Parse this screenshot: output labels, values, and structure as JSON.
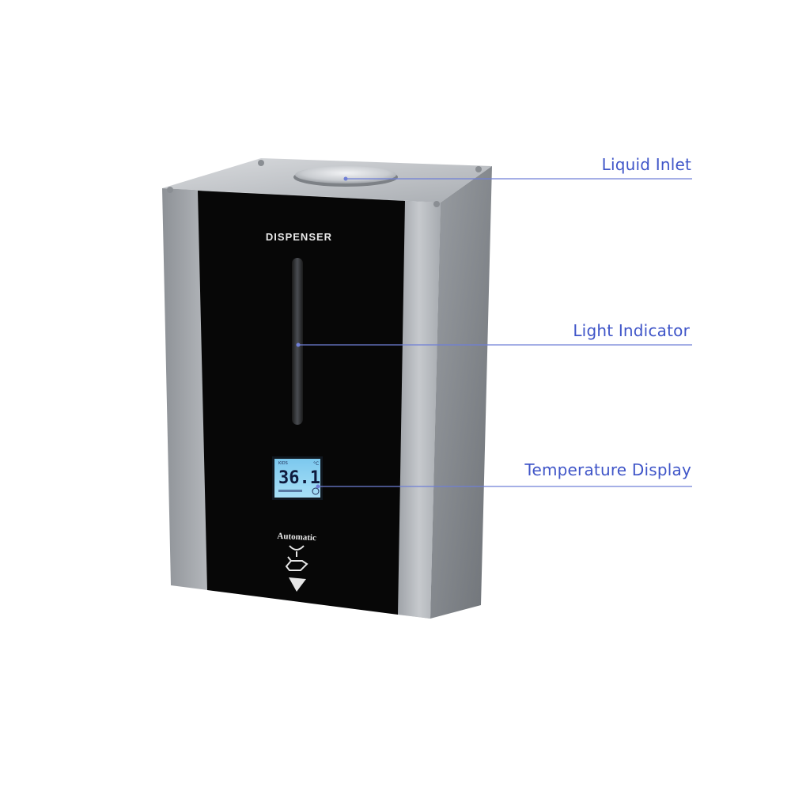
{
  "product": {
    "panel_title": "DISPENSER",
    "mode_label": "Automatic",
    "lcd_reading": "36.1",
    "lcd_unit": "°C"
  },
  "callouts": [
    {
      "label": "Liquid Inlet"
    },
    {
      "label": "Light Indicator"
    },
    {
      "label": "Temperature Display"
    }
  ],
  "colors": {
    "callout_text": "#3f55c8",
    "callout_line": "#6f7fd6",
    "panel": "#0a0a0a",
    "steel": "#b8bcc1",
    "lcd": "#8fd3f2"
  },
  "icons": {
    "hand": "hand-drop-icon",
    "arrow": "down-arrow-icon"
  }
}
